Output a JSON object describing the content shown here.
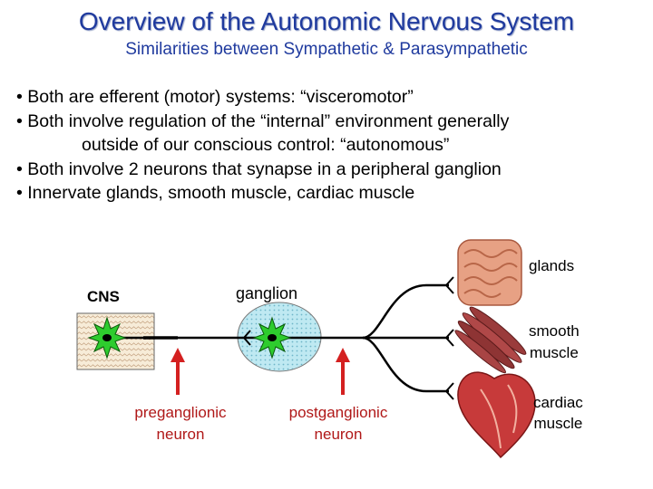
{
  "header": {
    "title": "Overview of the Autonomic Nervous System",
    "subtitle": "Similarities between Sympathetic & Parasympathetic"
  },
  "bullets": [
    "• Both are efferent (motor) systems: “visceromotor”",
    "• Both involve regulation of the “internal” environment generally",
    "outside of our conscious control: “autonomous”",
    "• Both involve 2 neurons that synapse in a peripheral ganglion",
    "• Innervate glands, smooth muscle, cardiac muscle"
  ],
  "diagram": {
    "cns_label": "CNS",
    "ganglion_label": "ganglion",
    "glands_label": "glands",
    "smooth_muscle_label": [
      "smooth",
      "muscle"
    ],
    "cardiac_muscle_label": [
      "cardiac",
      "muscle"
    ],
    "preganglionic_label": [
      "preganglionic",
      "neuron"
    ],
    "postganglionic_label": [
      "postganglionic",
      "neuron"
    ],
    "colors": {
      "title": "#1f3a9e",
      "arrow": "#d42020",
      "neuron_body": "#2ecc2e",
      "ganglion_fill": "#bfe9f2",
      "cns_fill": "#f7ecd8",
      "label_red": "#b01818"
    }
  }
}
